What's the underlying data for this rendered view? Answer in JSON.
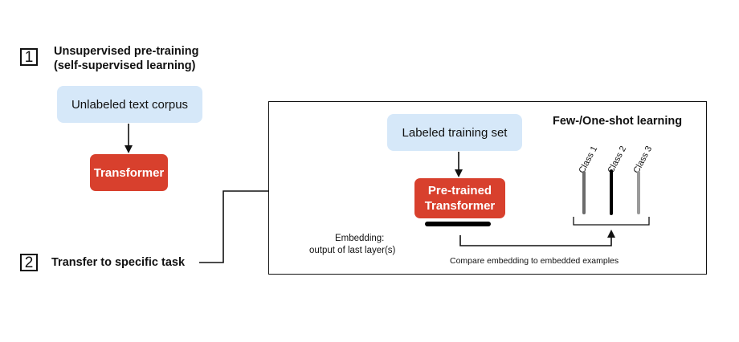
{
  "step1": {
    "number": "1",
    "title_line1": "Unsupervised pre-training",
    "title_line2": "(self-supervised learning)"
  },
  "step2": {
    "number": "2",
    "title": "Transfer to specific task"
  },
  "pretraining": {
    "corpus_label": "Unlabeled text corpus",
    "model_label": "Transformer"
  },
  "task_panel": {
    "title": "Few-/One-shot learning",
    "training_set_label": "Labeled training set",
    "pretrained_line1": "Pre-trained",
    "pretrained_line2": "Transformer",
    "embedding_line1": "Embedding:",
    "embedding_line2": "output of last layer(s)",
    "compare_label": "Compare embedding to embedded examples",
    "classes": [
      {
        "label": "Class 1",
        "color": "#6b6b6b"
      },
      {
        "label": "Class 2",
        "color": "#000000"
      },
      {
        "label": "Class 3",
        "color": "#9a9a9a"
      }
    ]
  },
  "colors": {
    "blue_box": "#d6e8f9",
    "red_box": "#d8402d"
  }
}
